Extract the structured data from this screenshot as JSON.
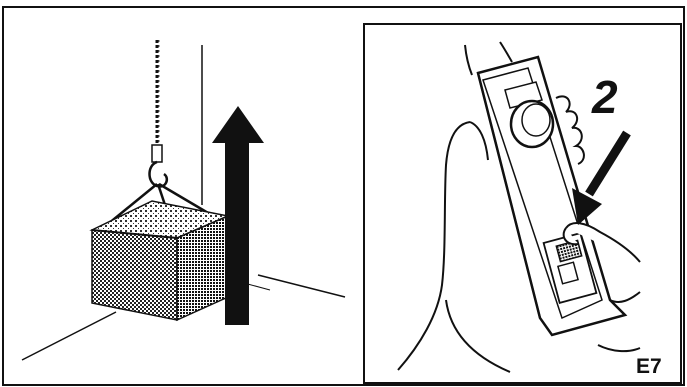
{
  "figure": {
    "step_number": "2",
    "figure_code": "E7"
  },
  "icons": {
    "left_panel": "hoist-lifting-crate-illustration",
    "right_panel": "pendant-controller-in-hand-illustration",
    "up_arrow": "up-arrow-icon",
    "press_arrow": "down-left-arrow-icon"
  },
  "colors": {
    "line": "#111111",
    "background": "#ffffff"
  }
}
